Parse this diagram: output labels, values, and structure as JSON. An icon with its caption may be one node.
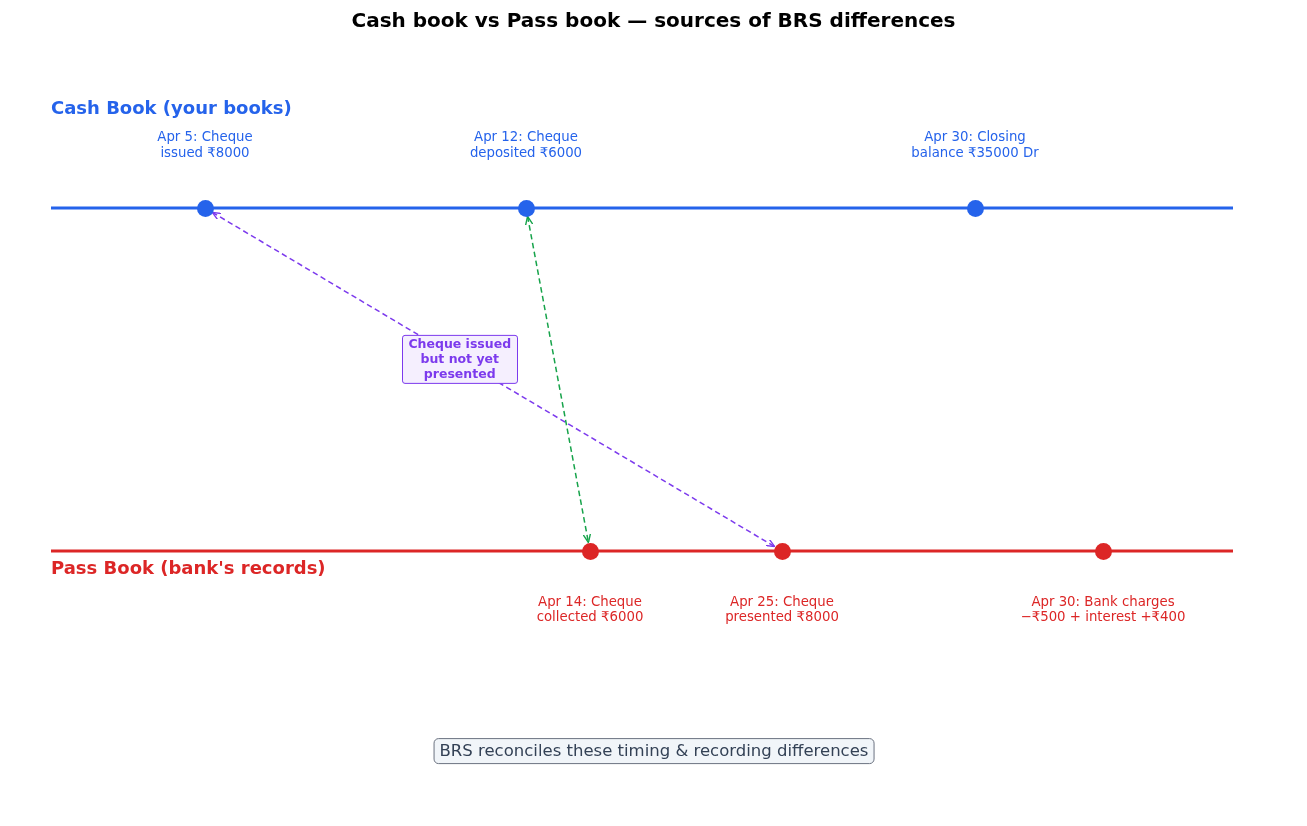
{
  "diagram": {
    "title": "Cash book vs Pass book — sources of BRS differences",
    "nodes": [
      {
        "text": [],
        "shape": "circle",
        "beside": [
          "Apr 5: Cheque issued ₹8000"
        ]
      },
      {
        "text": [],
        "shape": "circle",
        "beside": [
          "Apr 12: Cheque deposited ₹6000"
        ]
      },
      {
        "text": [],
        "shape": "circle",
        "beside": [
          "Apr 30: Closing balance ₹35000 Dr"
        ]
      },
      {
        "text": [],
        "shape": "circle",
        "beside": [
          "Apr 14: Cheque collected ₹6000"
        ]
      },
      {
        "text": [],
        "shape": "circle",
        "beside": [
          "Apr 25: Cheque presented ₹8000"
        ]
      },
      {
        "text": [],
        "shape": "circle",
        "beside": [
          "Apr 30: Bank charges −₹500 + interest +₹400"
        ]
      },
      {
        "text": [
          "BRS reconciles these timing & recording differences"
        ]
      }
    ],
    "edges": [
      {
        "from": 0,
        "to": 4,
        "arrow": "both",
        "label": "Cheque issued but not yet presented",
        "style": "dashed",
        "color": "#7c3aed"
      },
      {
        "from": 1,
        "to": 3,
        "arrow": "both",
        "style": "dashed",
        "color": "#16a34a"
      }
    ],
    "labels": [
      "Cash Book (your books)",
      "Pass Book (bank's records)"
    ]
  }
}
